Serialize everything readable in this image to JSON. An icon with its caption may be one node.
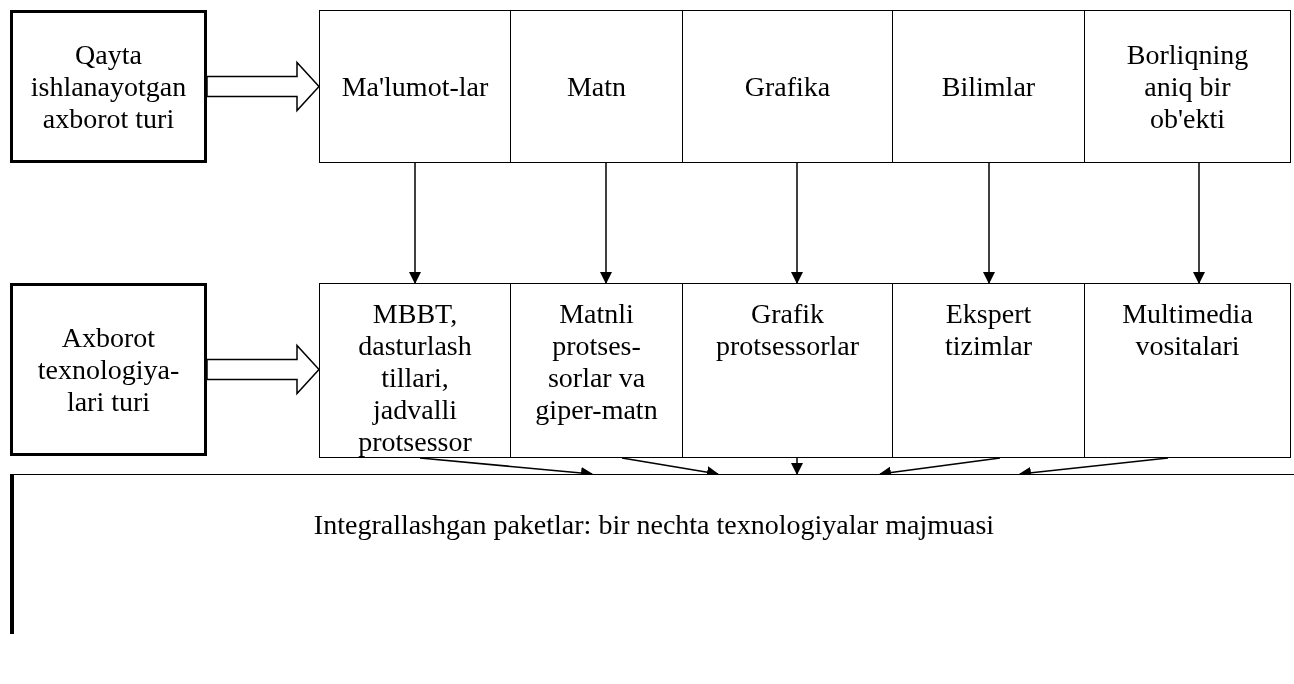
{
  "diagram": {
    "nodes": [
      {
        "text": [
          "Qayta ishlanayotgan axborot turi"
        ]
      },
      {
        "text": [
          "Ma'lumot-lar"
        ]
      },
      {
        "text": [
          "Matn"
        ]
      },
      {
        "text": [
          "Grafika"
        ]
      },
      {
        "text": [
          "Bilimlar"
        ]
      },
      {
        "text": [
          "Borliqning aniq bir ob'ekti"
        ]
      },
      {
        "text": [
          "Axborot texnologiya-lari turi"
        ]
      },
      {
        "text": [
          "MBBT, dasturlash tillari, jadvalli protsessor"
        ]
      },
      {
        "text": [
          "Matnli protses-sorlar va giper-matn"
        ]
      },
      {
        "text": [
          "Grafik protsessorlar"
        ]
      },
      {
        "text": [
          "Ekspert tizimlar"
        ]
      },
      {
        "text": [
          "Multimedia vositalari"
        ]
      },
      {
        "text": [
          "Integrallashgan paketlar: bir nechta texnologiyalar majmuasi"
        ]
      }
    ],
    "edges": [
      {
        "from": 0,
        "to": 1,
        "arrow": "to",
        "style": "thick"
      },
      {
        "from": 6,
        "to": 7,
        "arrow": "to",
        "style": "thick"
      },
      {
        "from": 1,
        "to": 7,
        "arrow": "to"
      },
      {
        "from": 2,
        "to": 8,
        "arrow": "to"
      },
      {
        "from": 3,
        "to": 9,
        "arrow": "to"
      },
      {
        "from": 4,
        "to": 10,
        "arrow": "to"
      },
      {
        "from": 5,
        "to": 11,
        "arrow": "to"
      },
      {
        "from": 7,
        "to": 12,
        "arrow": "to"
      },
      {
        "from": 8,
        "to": 12,
        "arrow": "to"
      },
      {
        "from": 9,
        "to": 12,
        "arrow": "to"
      },
      {
        "from": 10,
        "to": 12,
        "arrow": "to"
      },
      {
        "from": 11,
        "to": 12,
        "arrow": "to"
      }
    ]
  }
}
